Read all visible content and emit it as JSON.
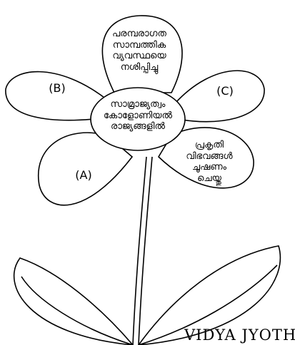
{
  "petals": {
    "top": [
      "പരമ്പരാഗത",
      "സാമ്പത്തിക",
      "വ്യവസ്ഥയെ",
      "നശിപ്പിച്ചു"
    ],
    "upper_left": "(B)",
    "upper_right": "(C)",
    "lower_left": "(A)",
    "lower_right": [
      "പ്രകൃതി",
      "വിഭവങ്ങൾ",
      "ചൂഷണം",
      "ചെയ്തു"
    ]
  },
  "center": [
    "സാമ്രാജ്യത്വം",
    "കോളോണിയൽ",
    "രാജ്യങ്ങളിൽ"
  ],
  "watermark": "VIDYA JYOTHI"
}
